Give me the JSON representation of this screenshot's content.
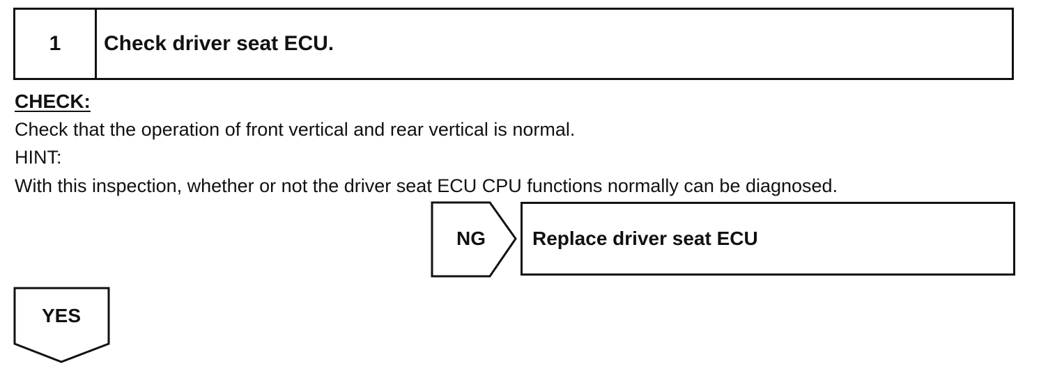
{
  "step": {
    "number": "1",
    "title": "Check driver seat ECU."
  },
  "check": {
    "label": "CHECK:",
    "text": "Check that the operation of front vertical and rear vertical is normal.",
    "hint_label": "HINT:",
    "hint_text": "With this inspection, whether or not the driver seat ECU CPU functions normally can be diagnosed."
  },
  "flow": {
    "ng_label": "NG",
    "ng_action": "Replace driver seat ECU",
    "yes_label": "YES"
  }
}
